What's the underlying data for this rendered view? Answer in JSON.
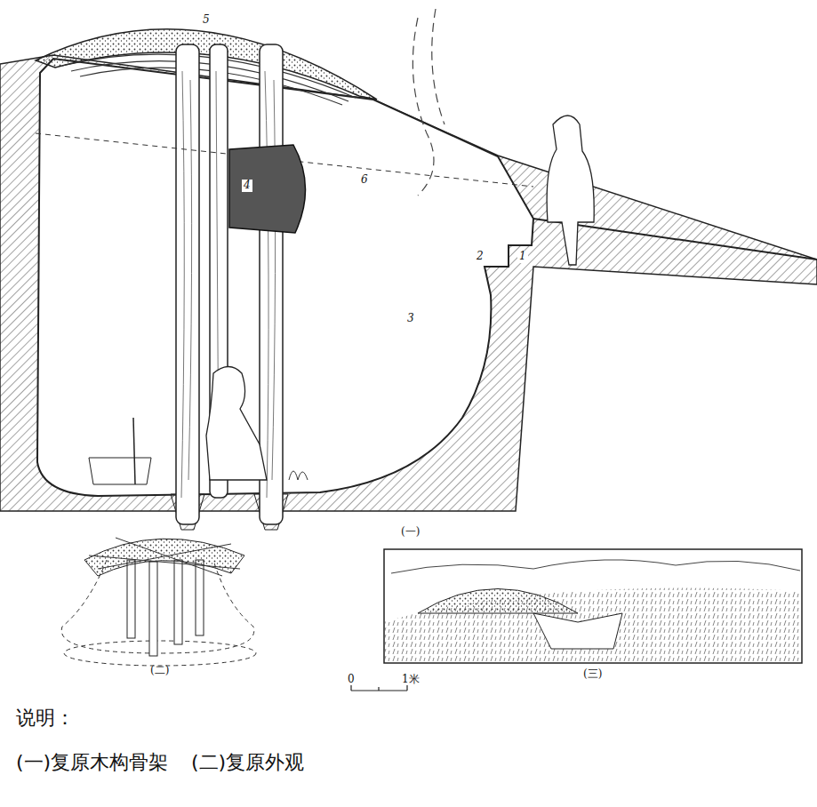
{
  "diagram": {
    "labels": [
      "5",
      "4",
      "6",
      "2",
      "1",
      "3",
      "(一)",
      "(二)",
      "(三)",
      "0",
      "1米",
      "说明：",
      "(一)复原木构骨架",
      "(二)复原外观"
    ]
  }
}
